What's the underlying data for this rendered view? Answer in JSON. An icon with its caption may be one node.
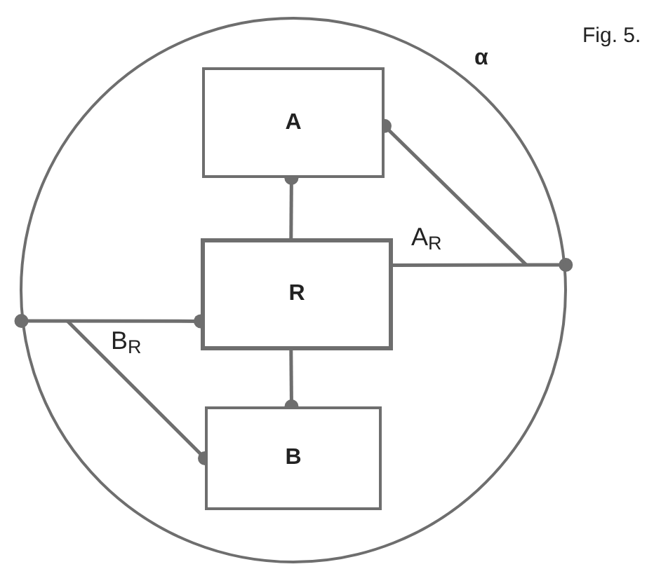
{
  "diagram": {
    "nodes": [
      {
        "text": [
          "α"
        ]
      },
      {
        "text": [
          "A"
        ],
        "in": 0
      },
      {
        "text": [
          "R"
        ],
        "in": 0
      },
      {
        "text": [
          "B"
        ],
        "in": 0
      }
    ],
    "edges": [
      {
        "from": 2,
        "to": 1,
        "arrow": "other"
      },
      {
        "from": 2,
        "to": 3,
        "arrow": "other"
      },
      {
        "from": 2,
        "to": 0,
        "arrow": "other"
      },
      {
        "from": 0,
        "to": 2,
        "arrow": "other"
      },
      {
        "from": null,
        "to": 1,
        "arrow": "other",
        "label": "A$_{R}$"
      },
      {
        "from": null,
        "to": 3,
        "arrow": "other",
        "label": "B$_{R}$"
      }
    ],
    "labels": [
      "Fig. 5."
    ]
  }
}
